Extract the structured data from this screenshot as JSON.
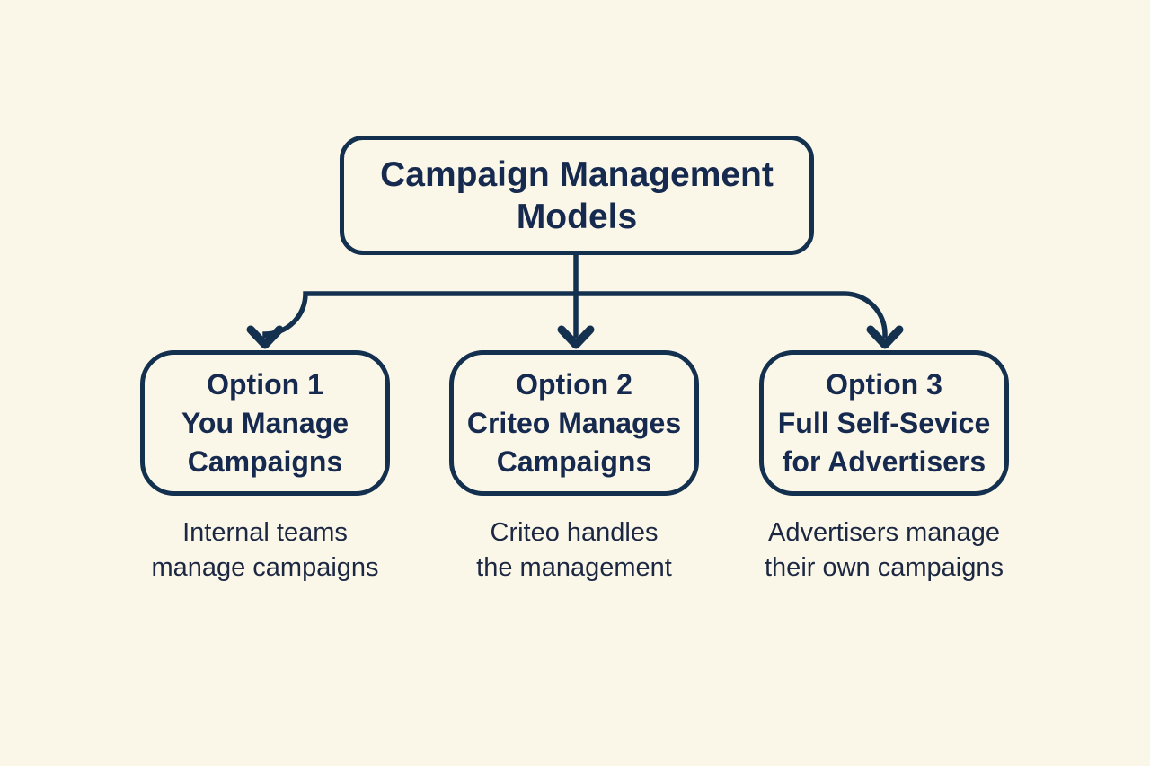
{
  "diagram_title": "Campaign Management Models",
  "colors": {
    "bg": "#fbf7e8",
    "line": "#14304f",
    "title_text": "#16294e",
    "desc_text": "#1c2742"
  },
  "root_box": {
    "lines": [
      "Campaign Management",
      "Models"
    ]
  },
  "options": [
    {
      "title_lines": [
        "Option 1",
        "You Manage",
        "Campaigns"
      ],
      "description_lines": [
        "Internal teams",
        "manage campaigns"
      ]
    },
    {
      "title_lines": [
        "Option 2",
        "Criteo Manages",
        "Campaigns"
      ],
      "description_lines": [
        "Criteo handles",
        "the management"
      ]
    },
    {
      "title_lines": [
        "Option 3",
        "Full Self-Sevice",
        "for Advertisers"
      ],
      "description_lines": [
        "Advertisers manage",
        "their own campaigns"
      ]
    }
  ]
}
